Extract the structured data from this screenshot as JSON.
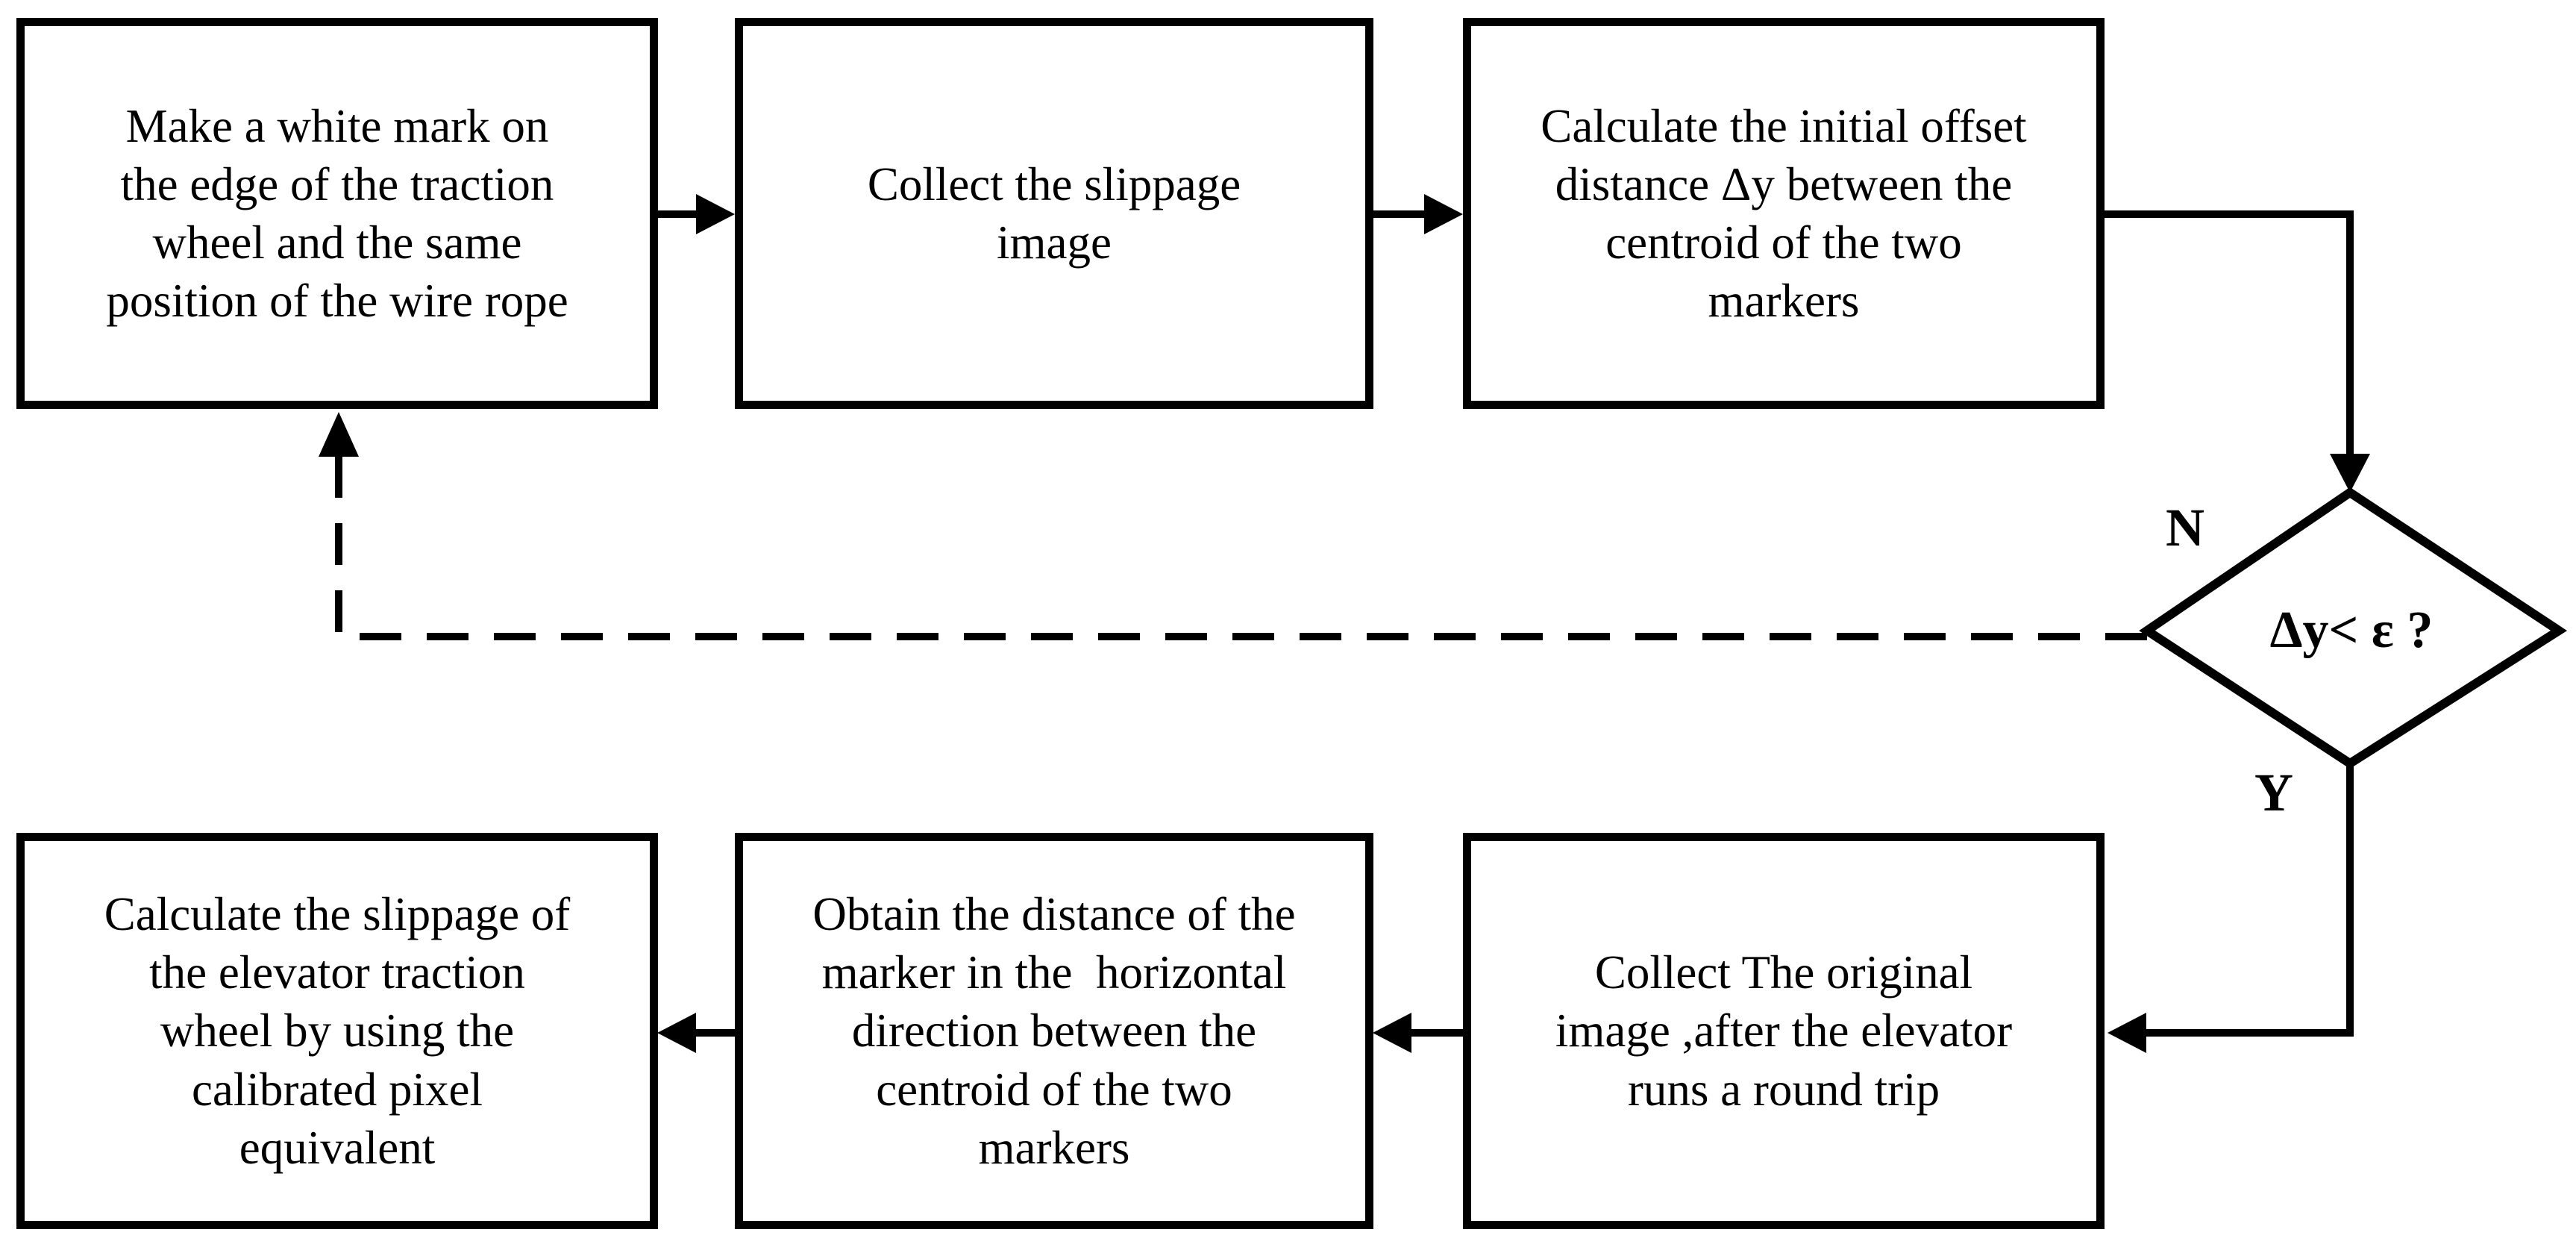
{
  "figure": {
    "type": "flowchart",
    "background_color": "#ffffff",
    "line_color": "#000000",
    "steps": [
      {
        "id": "make-mark",
        "text": "Make a white mark on\nthe edge of the traction\nwheel and the same\nposition of the wire rope"
      },
      {
        "id": "collect-slippage-image",
        "text": "Collect the slippage\nimage"
      },
      {
        "id": "calculate-initial-offset",
        "text": "Calculate the initial offset\ndistance Δy between the\ncentroid of the two\nmarkers"
      },
      {
        "id": "calculate-slippage",
        "text": "Calculate the slippage of\nthe elevator traction\nwheel by using the\ncalibrated pixel\nequivalent"
      },
      {
        "id": "obtain-horizontal-distance",
        "text": "Obtain the distance of the\nmarker in the  horizontal\ndirection between the\ncentroid of the two\nmarkers"
      },
      {
        "id": "collect-original-image",
        "text": "Collect The original\nimage ,after the elevator\nruns a round trip"
      }
    ],
    "decision": {
      "text": "Δy< ε ?",
      "no_label": "N",
      "yes_label": "Y"
    }
  }
}
